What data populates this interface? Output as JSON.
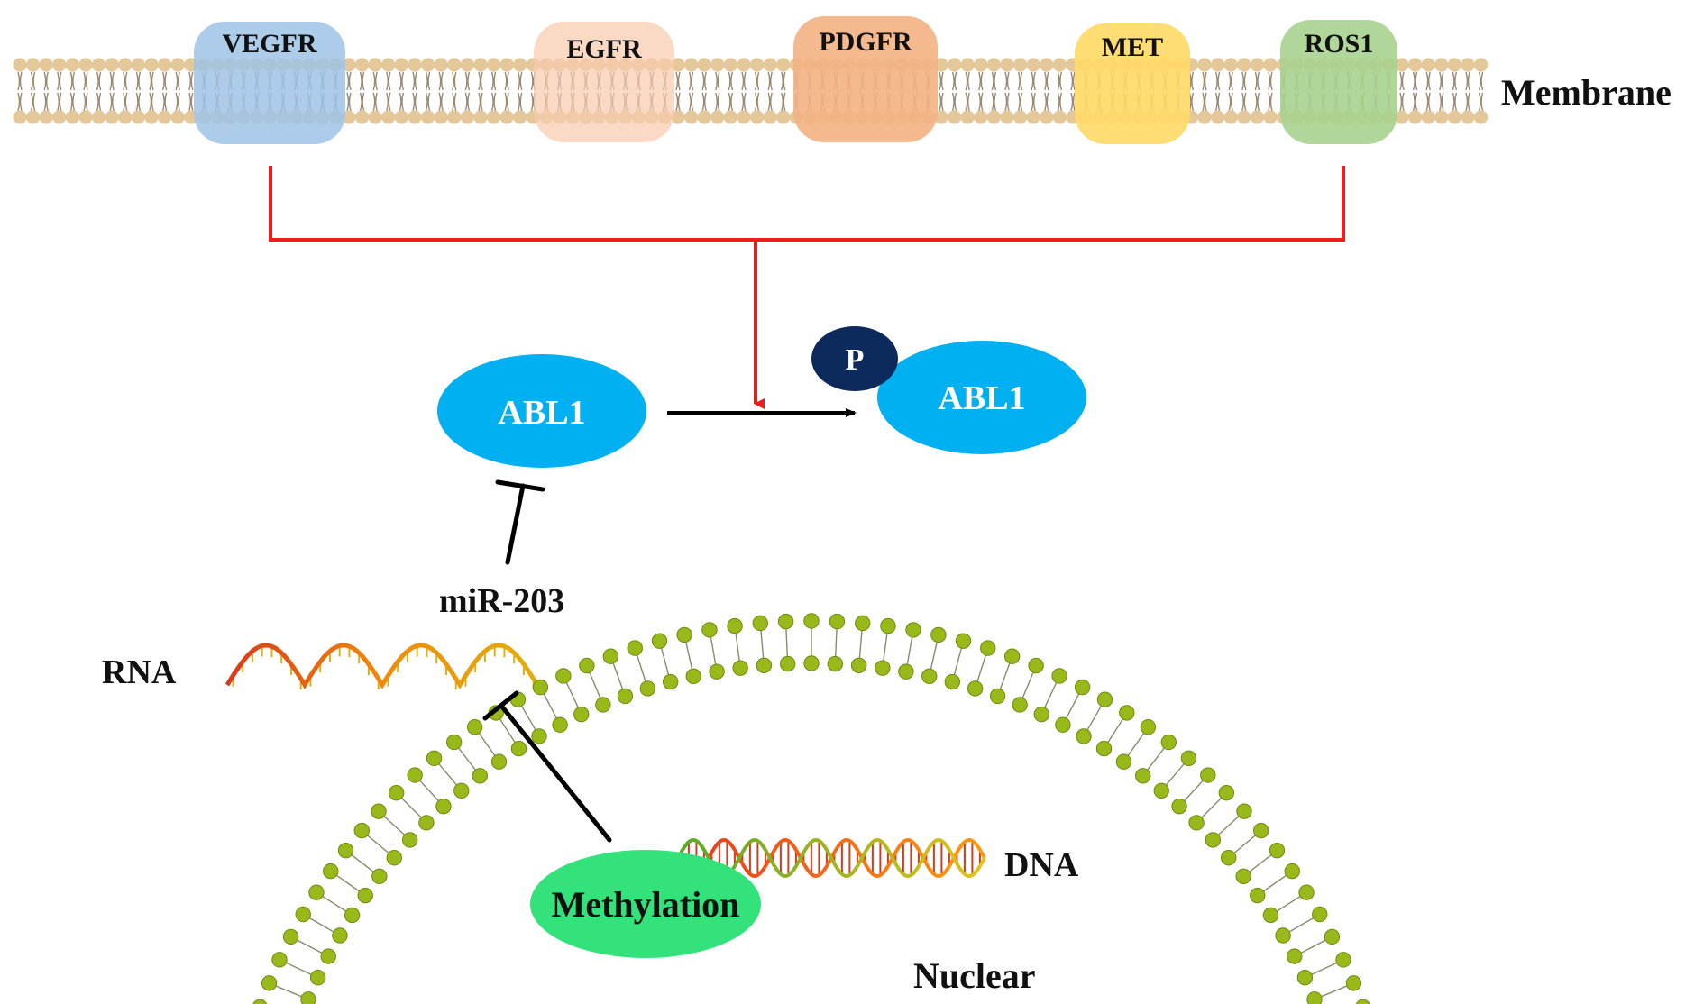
{
  "membrane": {
    "label": "Membrane"
  },
  "receptors": [
    {
      "name": "VEGFR",
      "color": "#9dc3e6"
    },
    {
      "name": "EGFR",
      "color": "#f8cbad"
    },
    {
      "name": "PDGFR",
      "color": "#f4b183"
    },
    {
      "name": "MET",
      "color": "#ffd966"
    },
    {
      "name": "ROS1",
      "color": "#a9d18e"
    }
  ],
  "abl1": {
    "unphosphorylated_label": "ABL1",
    "phosphorylated_label": "ABL1",
    "phospho_label": "P",
    "color": "#00b0f0",
    "phospho_color": "#0c2a5b"
  },
  "mirna": {
    "label": "miR-203"
  },
  "rna": {
    "label": "RNA"
  },
  "dna": {
    "label": "DNA"
  },
  "methylation": {
    "label": "Methylation",
    "color": "#33e27a"
  },
  "nucleus": {
    "label": "Nuclear",
    "bead_color": "#99b81a"
  },
  "colors": {
    "activation_arrow": "#ee1c1c",
    "arrow": "#000000",
    "membrane_bead": "#e4c89a"
  }
}
